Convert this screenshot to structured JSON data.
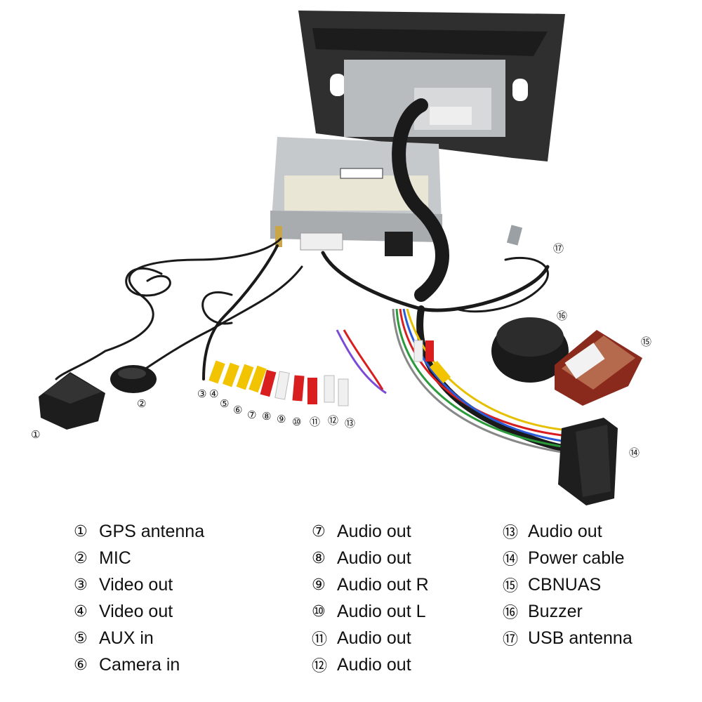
{
  "callouts": [
    {
      "n": "①"
    },
    {
      "n": "②"
    },
    {
      "n": "③"
    },
    {
      "n": "④"
    },
    {
      "n": "⑤"
    },
    {
      "n": "⑥"
    },
    {
      "n": "⑦"
    },
    {
      "n": "⑧"
    },
    {
      "n": "⑨"
    },
    {
      "n": "⑩"
    },
    {
      "n": "⑪"
    },
    {
      "n": "⑫"
    },
    {
      "n": "⑬"
    },
    {
      "n": "⑭"
    },
    {
      "n": "⑮"
    },
    {
      "n": "⑯"
    },
    {
      "n": "⑰"
    }
  ],
  "legend": {
    "col1": [
      {
        "num": "①",
        "label": "GPS antenna"
      },
      {
        "num": "②",
        "label": "MIC"
      },
      {
        "num": "③",
        "label": "Video out"
      },
      {
        "num": "④",
        "label": "Video out"
      },
      {
        "num": "⑤",
        "label": "AUX in"
      },
      {
        "num": "⑥",
        "label": "Camera in"
      }
    ],
    "col2": [
      {
        "num": "⑦",
        "label": "Audio out"
      },
      {
        "num": "⑧",
        "label": "Audio out"
      },
      {
        "num": "⑨",
        "label": "Audio out R"
      },
      {
        "num": "⑩",
        "label": "Audio out L"
      },
      {
        "num": "⑪",
        "label": "Audio out"
      },
      {
        "num": "⑫",
        "label": "Audio out"
      }
    ],
    "col3": [
      {
        "num": "⑬",
        "label": "Audio out"
      },
      {
        "num": "⑭",
        "label": "Power cable"
      },
      {
        "num": "⑮",
        "label": "CBNUAS"
      },
      {
        "num": "⑯",
        "label": "Buzzer"
      },
      {
        "num": "⑰",
        "label": "USB antenna"
      }
    ]
  },
  "colors": {
    "frame": "#2b2b2b",
    "chassis": "#c9ccce",
    "label_sticker": "#e8e6d8",
    "rca_yellow": "#f2c400",
    "rca_red": "#d81e1e",
    "rca_white": "#f2f2f2",
    "cable": "#1a1a1a",
    "canbus_box": "#8a2a1c"
  }
}
